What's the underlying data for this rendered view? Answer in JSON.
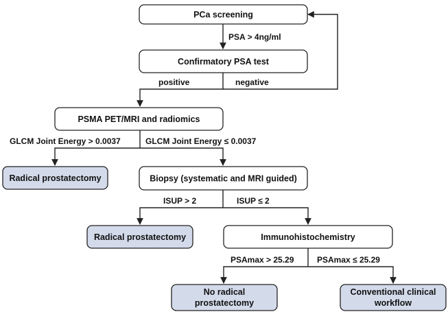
{
  "nodes": {
    "pca_screening": {
      "label": "PCa screening"
    },
    "confirmatory": {
      "label": "Confirmatory PSA test"
    },
    "psma": {
      "label": "PSMA PET/MRI and radiomics"
    },
    "radical1": {
      "label": "Radical prostatectomy"
    },
    "biopsy": {
      "label": "Biopsy (systematic and MRI guided)"
    },
    "radical2": {
      "label": "Radical prostatectomy"
    },
    "immuno": {
      "label": "Immunohistochemistry"
    },
    "no_radical": {
      "line1": "No radical",
      "line2": "prostatectomy"
    },
    "conventional": {
      "line1": "Conventional clinical",
      "line2": "workflow"
    }
  },
  "edges": {
    "psa_gt": "PSA > 4ng/ml",
    "positive": "positive",
    "negative": "negative",
    "glcm_gt": "GLCM Joint Energy > 0.0037",
    "glcm_le": "GLCM Joint Energy ≤ 0.0037",
    "isup_gt": "ISUP > 2",
    "isup_le": "ISUP ≤ 2",
    "psamax_gt": "PSAmax > 25.29",
    "psamax_le": "PSAmax ≤ 25.29"
  },
  "colors": {
    "outcome_fill": "#d3daea",
    "step_fill": "#ffffff",
    "line": "#222222"
  }
}
